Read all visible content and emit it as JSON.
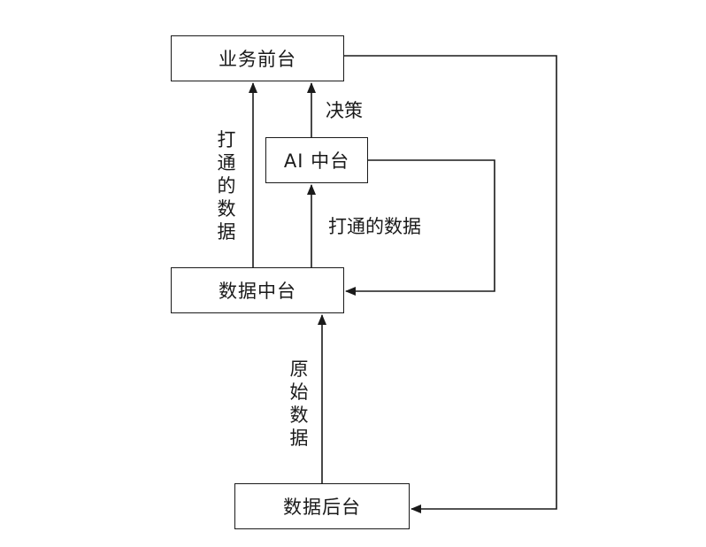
{
  "diagram": {
    "nodes": {
      "business_front": "业务前台",
      "ai_middle": "AI 中台",
      "data_middle": "数据中台",
      "data_back": "数据后台"
    },
    "edge_labels": {
      "decision": "决策",
      "connected_data_vertical": "打通的数据",
      "connected_data_horizontal": "打通的数据",
      "raw_data": "原始数据"
    }
  }
}
